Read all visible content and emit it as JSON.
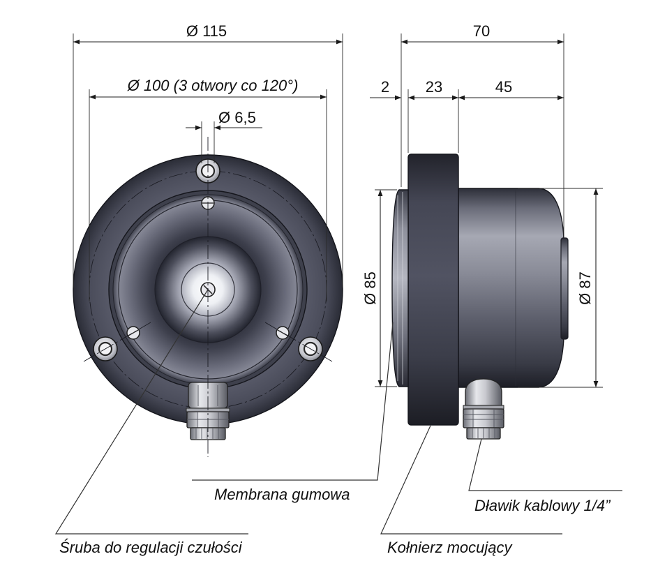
{
  "front_view": {
    "dim_flange_diameter": "Ø 115",
    "dim_bolt_circle": "Ø 100 (3 otwory co 120°)",
    "dim_hole_diameter": "Ø 6,5"
  },
  "side_view": {
    "dim_overall_length": "70",
    "dim_membrane_thickness": "2",
    "dim_flange_thickness": "23",
    "dim_body_length": "45",
    "dim_membrane_diameter": "Ø 85",
    "dim_body_diameter": "Ø 87"
  },
  "callouts": {
    "membrane": "Membrana gumowa",
    "adjustment_screw": "Śruba do regulacji czułości",
    "mounting_flange": "Kołnierz mocujący",
    "cable_gland": "Dławik kablowy 1/4”"
  }
}
